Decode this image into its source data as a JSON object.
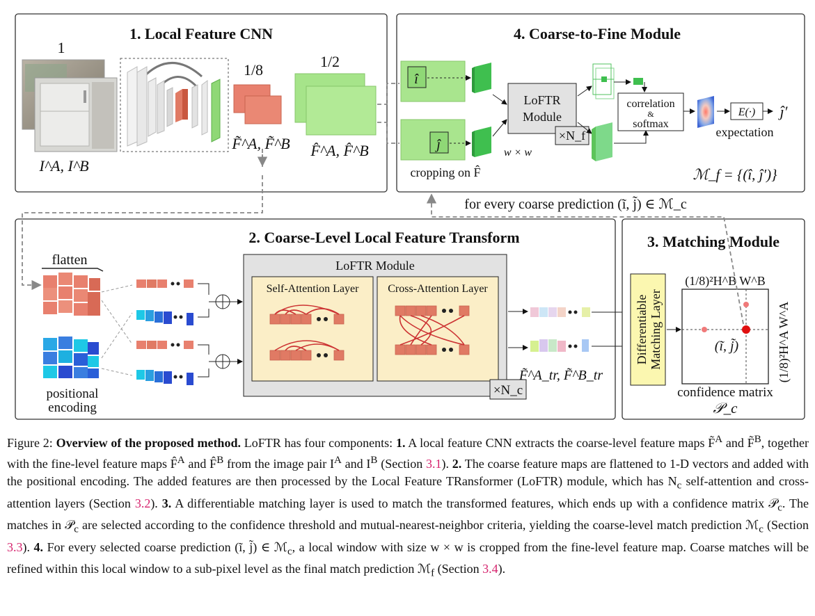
{
  "panels": {
    "p1_title": "1. Local Feature CNN",
    "p2_title": "2. Coarse-Level Local Feature Transform",
    "p3_title": "3. Matching Module",
    "p4_title": "4. Coarse-to-Fine Module"
  },
  "panel1": {
    "scale_1": "1",
    "scale_1_8": "1/8",
    "scale_1_2": "1/2",
    "images_label": "I^A, I^B",
    "coarse_label": "F̃^A, F̃^B",
    "fine_label": "F̂^A, F̂^B"
  },
  "panel2": {
    "flatten": "flatten",
    "positional": "positional",
    "encoding": "encoding",
    "loftr_module": "LoFTR Module",
    "self_attention": "Self-Attention Layer",
    "cross_attention": "Cross-Attention Layer",
    "repeat": "×N_c",
    "transformed_label": "F̃^A_tr, F̃^B_tr"
  },
  "panel3": {
    "layer_line1": "Differentiable",
    "layer_line2": "Matching Layer",
    "top_dim": "(1/8)²H^B W^B",
    "side_dim": "(1/8)²H^A W^A",
    "match_label": "(ĩ, j̃)",
    "confidence": "confidence matrix",
    "pc": "𝒫_c"
  },
  "panel4": {
    "i_hat": "î",
    "j_hat": "ĵ",
    "loftr_line1": "LoFTR",
    "loftr_line2": "Module",
    "repeat": "×N_f",
    "window": "w × w",
    "cropping": "cropping on F̂",
    "corr_line1": "correlation",
    "corr_line2": "&",
    "corr_line3": "softmax",
    "expect_fn": "E(·)",
    "j_prime": "ĵ′",
    "expectation": "expectation",
    "mf": "ℳ_f = {(î, ĵ′)}"
  },
  "link_label": "for every coarse prediction (ĩ, j̃) ∈ ℳ_c",
  "colors": {
    "salmon": "#e8806e",
    "green": "#9fe07e",
    "dark_green": "#5cc45a",
    "blue": "#2a7fd4",
    "module_bg": "#e6e6e6",
    "attention_bg": "#fbeec7",
    "attention_line": "#cc3333",
    "matching_layer_bg": "#fbf7b0",
    "ref_link": "#d6246e"
  },
  "caption": {
    "s1": "Figure 2: ",
    "s2": "Overview of the proposed method.",
    "s3": " LoFTR has four components: ",
    "s4": "1.",
    "s5": " A local feature CNN extracts the coarse-level feature maps F̃",
    "s6": "A",
    "s7": " and F̃",
    "s8": "B",
    "s9": ", together with the fine-level feature maps F̂",
    "s10": "A",
    "s11": " and F̂",
    "s12": "B",
    "s13": " from the image pair I",
    "s14": "A",
    "s15": " and I",
    "s16": "B",
    "s17": " (Section ",
    "r1": "3.1",
    "s18": "). ",
    "s19": "2.",
    "s20": " The coarse feature maps are flattened to 1-D vectors and added with the positional encoding. The added features are then processed by the Local Feature TRansformer (LoFTR) module, which has N",
    "s21": "c",
    "s22": " self-attention and cross-attention layers (Section ",
    "r2": "3.2",
    "s23": "). ",
    "s24": "3.",
    "s25": " A differentiable matching layer is used to match the transformed features, which ends up with a confidence matrix 𝒫",
    "s26": "c",
    "s27": ". The matches in 𝒫",
    "s28": "c",
    "s29": " are selected according to the confidence threshold and mutual-nearest-neighbor criteria, yielding the coarse-level match prediction ℳ",
    "s30": "c",
    "s31": " (Section ",
    "r3": "3.3",
    "s32": "). ",
    "s33": "4.",
    "s34": " For every selected coarse prediction (ĩ, j̃) ∈ ℳ",
    "s35": "c",
    "s36": ", a local window with size w × w is cropped from the fine-level feature map. Coarse matches will be refined within this local window to a sub-pixel level as the final match prediction ℳ",
    "s37": "f",
    "s38": " (Section ",
    "r4": "3.4",
    "s39": ")."
  }
}
